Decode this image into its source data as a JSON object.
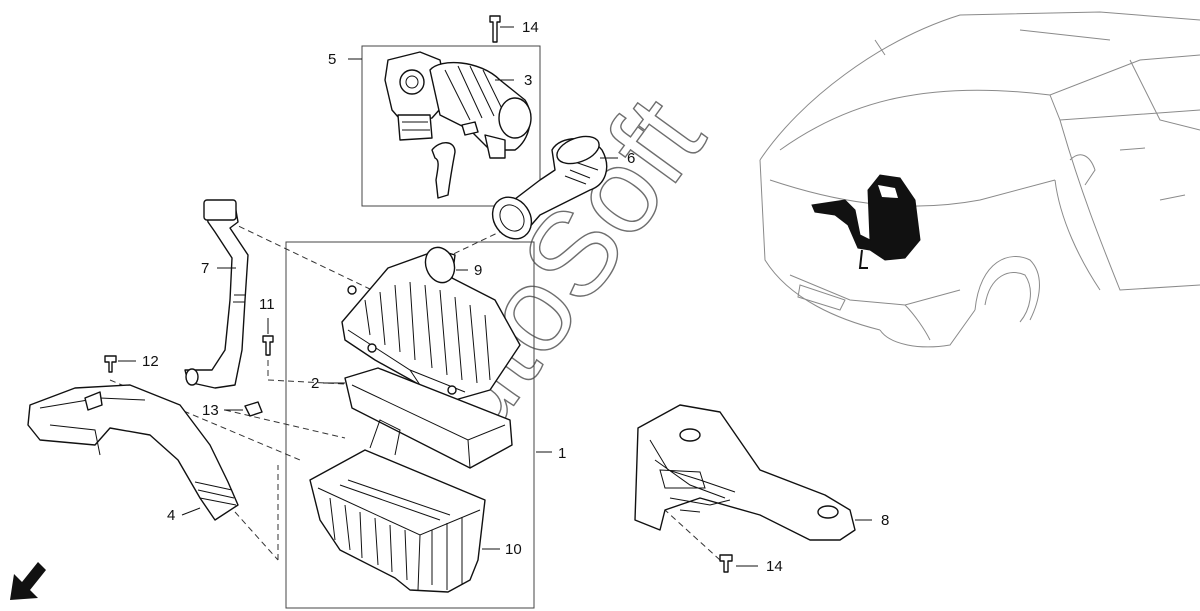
{
  "watermark": "utoSoft",
  "callouts": {
    "c1": "1",
    "c2": "2",
    "c3": "3",
    "c4": "4",
    "c5": "5",
    "c6": "6",
    "c7": "7",
    "c8": "8",
    "c9": "9",
    "c10": "10",
    "c11": "11",
    "c12": "12",
    "c13": "13",
    "c14_top": "14",
    "c14_bottom": "14"
  },
  "icons": {
    "direction": "arrow-down-left-icon"
  },
  "colors": {
    "line": "#111111",
    "vehicle": "#8a8a8a",
    "highlight": "#111111"
  }
}
